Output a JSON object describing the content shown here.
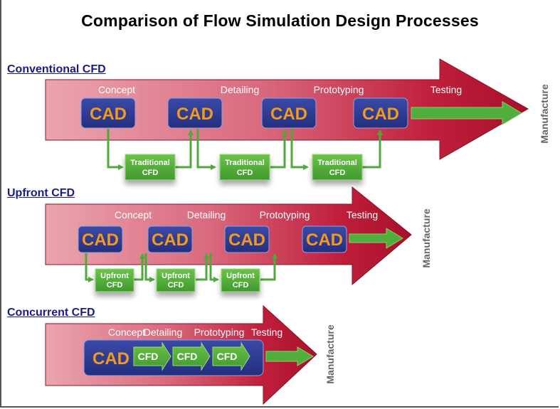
{
  "title": "Comparison of Flow Simulation Design Processes",
  "colors": {
    "arrow_light": "#e79aa6",
    "arrow_dark": "#b8132f",
    "cad_box": "#2b3990",
    "cad_text": "#f39a1e",
    "cfd_box": "#5bb33a",
    "flow_arrow": "#4daa3a",
    "section_title": "#1a1a8c",
    "manufacture_text": "#666666"
  },
  "sections": [
    {
      "title": "Conventional CFD",
      "phases": [
        "Concept",
        "Detailing",
        "Prototyping",
        "Testing"
      ],
      "cad_label": "CAD",
      "cad_count": 4,
      "cfd_boxes": [
        {
          "line1": "Traditional",
          "line2": "CFD"
        },
        {
          "line1": "Traditional",
          "line2": "CFD"
        },
        {
          "line1": "Traditional",
          "line2": "CFD"
        }
      ],
      "end_label": "Manufacture"
    },
    {
      "title": "Upfront CFD",
      "phases": [
        "Concept",
        "Detailing",
        "Prototyping",
        "Testing"
      ],
      "cad_label": "CAD",
      "cad_count": 4,
      "cfd_boxes": [
        {
          "line1": "Upfront",
          "line2": "CFD"
        },
        {
          "line1": "Upfront",
          "line2": "CFD"
        },
        {
          "line1": "Upfront",
          "line2": "CFD"
        }
      ],
      "end_label": "Manufacture"
    },
    {
      "title": "Concurrent CFD",
      "phases": [
        "Concept",
        "Detailing",
        "Prototyping",
        "Testing"
      ],
      "cad_label": "CAD",
      "cfd_arrows": [
        "CFD",
        "CFD",
        "CFD"
      ],
      "end_label": "Manufacture"
    }
  ]
}
